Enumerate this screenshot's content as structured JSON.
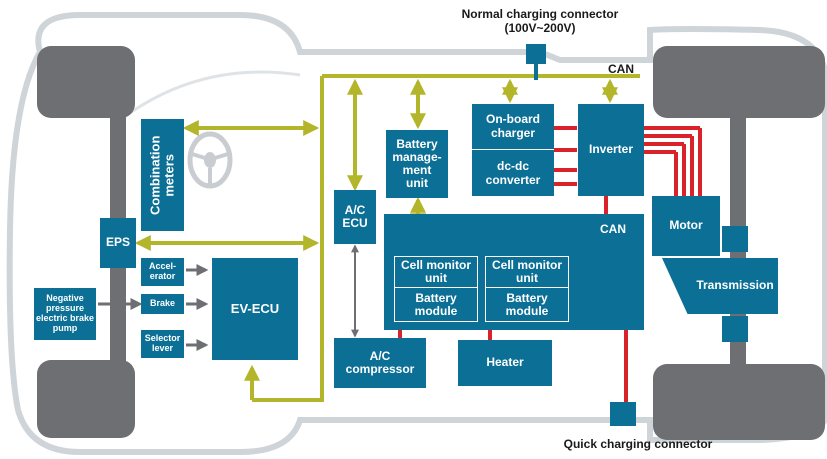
{
  "labels": {
    "normal_charging": "Normal charging connector",
    "normal_charging_voltage": "(100V~200V)",
    "quick_charging": "Quick charging connector",
    "can_top": "CAN",
    "can_inner": "CAN"
  },
  "components": {
    "combination_meters": "Combination meters",
    "eps": "EPS",
    "accelerator": "Accel-\nerator",
    "brake": "Brake",
    "selector_lever": "Selector lever",
    "brake_pump": "Negative pressure electric brake pump",
    "ev_ecu": "EV-ECU",
    "ac_ecu": "A/C\nECU",
    "ac_compressor": "A/C\ncompressor",
    "bmu": "Battery\nmanage-\nment\nunit",
    "onboard_charger": "On-board\ncharger",
    "dcdc_converter": "dc-dc\nconverter",
    "inverter": "Inverter",
    "motor": "Motor",
    "transmission": "Transmission",
    "heater": "Heater",
    "cell_monitor_1": "Cell monitor\nunit",
    "battery_module_1": "Battery\nmodule",
    "cell_monitor_2": "Cell monitor\nunit",
    "battery_module_2": "Battery\nmodule"
  },
  "colors": {
    "component_blue": "#0b6f96",
    "can_bus": "#b3b62a",
    "power_line": "#d8232a",
    "chassis_outline": "#cfd4d8",
    "wheel": "#6d6f72"
  }
}
